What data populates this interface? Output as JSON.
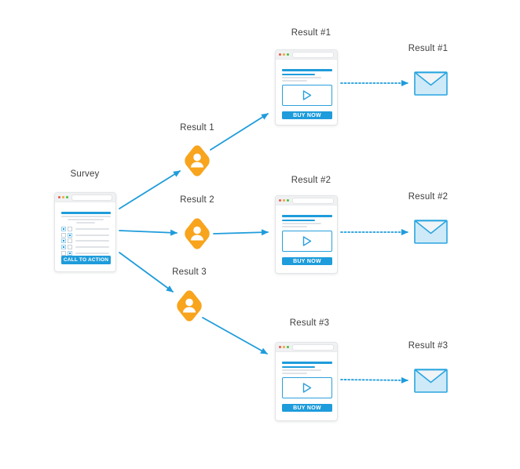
{
  "title": "Survey results flow diagram",
  "colors": {
    "accent_blue": "#1E9CDB",
    "persona_orange": "#F8A41D",
    "envelope_fill": "#CEE9F8",
    "envelope_flap": "#F0F4F6",
    "envelope_border": "#2AA6E0"
  },
  "survey": {
    "label": "Survey",
    "cta_button": "CALL TO ACTION",
    "checkbox_pattern": [
      [
        "checked",
        "unchecked"
      ],
      [
        "unchecked",
        "checked"
      ],
      [
        "checked",
        "unchecked"
      ],
      [
        "checked",
        "unchecked"
      ],
      [
        "unchecked",
        "checked"
      ]
    ]
  },
  "branches": [
    {
      "persona_label": "Result 1",
      "page_title": "Result #1",
      "buy_button": "BUY NOW",
      "email_label": "Result #1"
    },
    {
      "persona_label": "Result 2",
      "page_title": "Result #2",
      "buy_button": "BUY NOW",
      "email_label": "Result #2"
    },
    {
      "persona_label": "Result 3",
      "page_title": "Result #3",
      "buy_button": "BUY NOW",
      "email_label": "Result #3"
    }
  ],
  "icons": {
    "persona": "user-icon",
    "email": "envelope-icon",
    "video": "play-icon",
    "window_controls": "traffic-light-dots"
  }
}
